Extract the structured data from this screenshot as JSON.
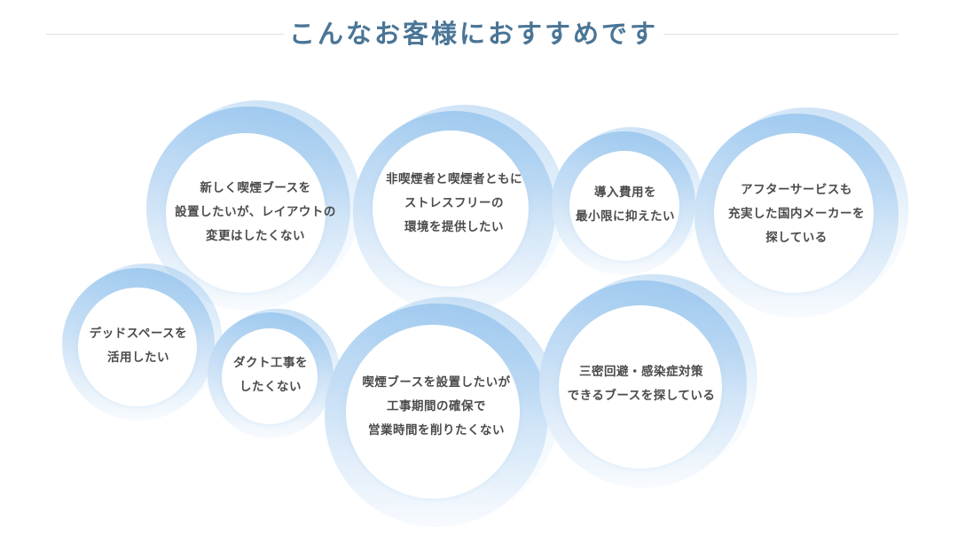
{
  "heading": {
    "title": "こんなお客様におすすめです"
  },
  "bubbles": [
    {
      "id": "layout",
      "lines": [
        "新しく喫煙ブースを",
        "設置したいが、レイアウトの",
        "変更はしたくない"
      ]
    },
    {
      "id": "stress-free",
      "lines": [
        "非喫煙者と喫煙者ともに",
        "ストレスフリーの",
        "環境を提供したい"
      ]
    },
    {
      "id": "cost",
      "lines": [
        "導入費用を",
        "最小限に抑えたい"
      ]
    },
    {
      "id": "after-service",
      "lines": [
        "アフターサービスも",
        "充実した国内メーカーを",
        "探している"
      ]
    },
    {
      "id": "dead-space",
      "lines": [
        "デッドスペースを",
        "活用したい"
      ]
    },
    {
      "id": "no-duct",
      "lines": [
        "ダクト工事を",
        "したくない"
      ]
    },
    {
      "id": "construction-period",
      "lines": [
        "喫煙ブースを設置したいが",
        "工事期間の確保で",
        "営業時間を削りたくない"
      ]
    },
    {
      "id": "infection-control",
      "lines": [
        "三密回避・感染症対策",
        "できるブースを探している"
      ]
    }
  ]
}
